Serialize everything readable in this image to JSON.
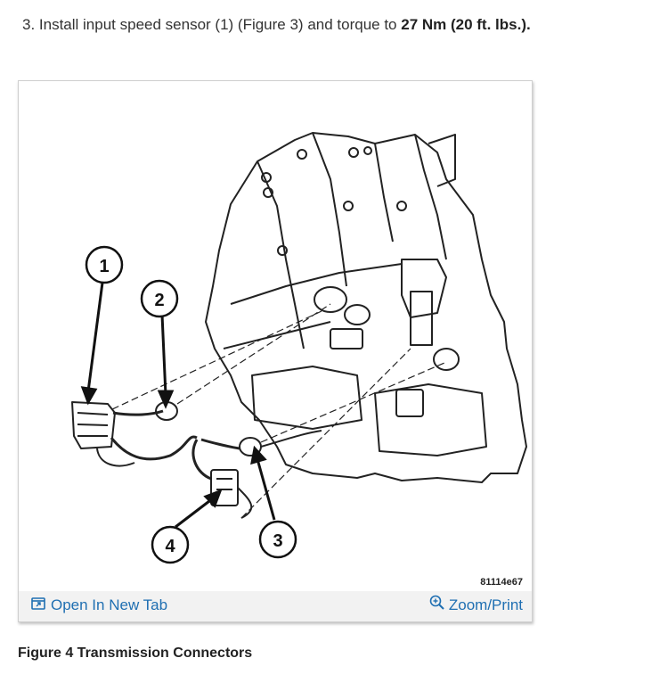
{
  "step": {
    "text": "3. Install input speed sensor (1) (Figure 3) and torque to ",
    "torque": "27 Nm (20 ft. lbs.)."
  },
  "figure": {
    "callouts": [
      "1",
      "2",
      "3",
      "4"
    ],
    "code": "81114e67",
    "open_tab_label": "Open In New Tab",
    "zoom_label": "Zoom/Print",
    "caption": "Figure 4 Transmission Connectors",
    "icons": [
      "open-new-tab-icon",
      "zoom-icon"
    ]
  }
}
